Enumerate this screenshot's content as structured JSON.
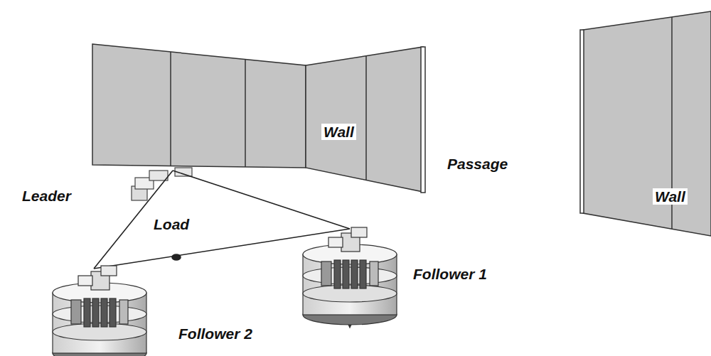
{
  "diagram": {
    "labels": [
      "Wall",
      "Passage",
      "Wall",
      "Leader",
      "Load",
      "Follower 1",
      "Follower 2"
    ]
  }
}
